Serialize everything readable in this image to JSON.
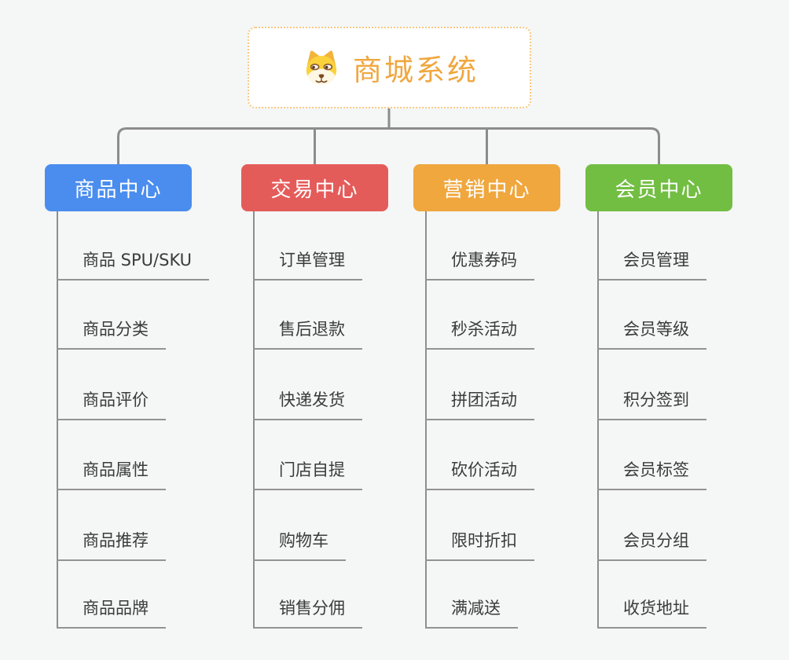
{
  "root": {
    "title": "商城系统",
    "title_color": "#F0A73F",
    "border_color": "#F7C882",
    "icon": "dog-face-icon"
  },
  "connector": {
    "color": "#8C8C8C"
  },
  "branches": [
    {
      "label": "商品中心",
      "color": "#4A8DEE",
      "items": [
        "商品 SPU/SKU",
        "商品分类",
        "商品评价",
        "商品属性",
        "商品推荐",
        "商品品牌"
      ]
    },
    {
      "label": "交易中心",
      "color": "#E45C5A",
      "items": [
        "订单管理",
        "售后退款",
        "快递发货",
        "门店自提",
        "购物车",
        "销售分佣"
      ]
    },
    {
      "label": "营销中心",
      "color": "#EFA73E",
      "items": [
        "优惠券码",
        "秒杀活动",
        "拼团活动",
        "砍价活动",
        "限时折扣",
        "满减送"
      ]
    },
    {
      "label": "会员中心",
      "color": "#72BE43",
      "items": [
        "会员管理",
        "会员等级",
        "积分签到",
        "会员标签",
        "会员分组",
        "收货地址"
      ]
    }
  ]
}
